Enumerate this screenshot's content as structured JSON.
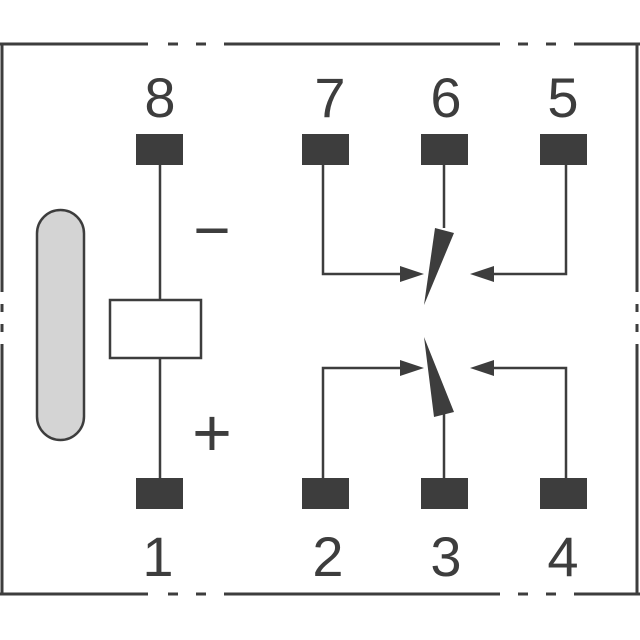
{
  "pins_top": [
    "8",
    "7",
    "6",
    "5"
  ],
  "pins_bottom": [
    "1",
    "2",
    "3",
    "4"
  ],
  "coil": {
    "minus_label": "−",
    "plus_label": "+"
  },
  "colors": {
    "ink": "#3d3d3d",
    "indicator_fill": "#d4d4d4",
    "background": "#ffffff"
  }
}
